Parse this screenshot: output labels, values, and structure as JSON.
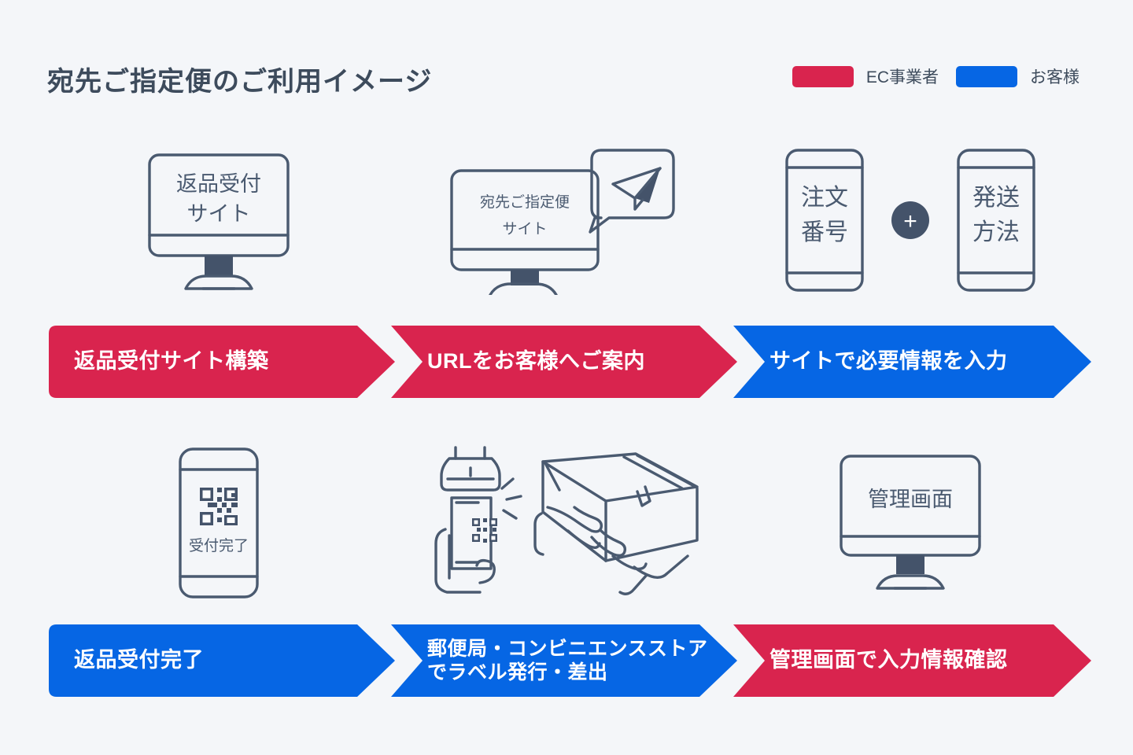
{
  "header": {
    "title": "宛先ご指定便のご利用イメージ",
    "legend": [
      {
        "label": "EC事業者",
        "color": "#d9244e",
        "swatch": "red-swatch"
      },
      {
        "label": "お客様",
        "color": "#0666e4",
        "swatch": "blue-swatch"
      }
    ]
  },
  "colors": {
    "background": "#f4f6f9",
    "ec_red": "#d9244e",
    "customer_blue": "#0666e4",
    "ink": "#4a5a70",
    "ink_solid": "#44536a",
    "title_text": "#3d4b5c"
  },
  "rows": [
    {
      "illustrations": [
        {
          "type": "monitor",
          "name": "return-site-monitor",
          "lines": [
            "返品受付",
            "サイト"
          ]
        },
        {
          "type": "monitor-with-bubble",
          "name": "designated-delivery-site-monitor",
          "lines": [
            "宛先ご指定便",
            "サイト"
          ],
          "bubble_icon": "paper-plane-icon"
        },
        {
          "type": "two-phones-plus",
          "name": "order-and-shipping-phones",
          "left_lines": [
            "注文",
            "番号"
          ],
          "right_lines": [
            "発送",
            "方法"
          ],
          "connector": "+"
        }
      ],
      "steps": [
        {
          "label": "返品受付サイト構築",
          "actor": "EC事業者",
          "color": "#d9244e",
          "shape": "start"
        },
        {
          "label": "URLをお客様へご案内",
          "actor": "EC事業者",
          "color": "#d9244e",
          "shape": "middle"
        },
        {
          "label": "サイトで必要情報を入力",
          "actor": "お客様",
          "color": "#0666e4",
          "shape": "end"
        }
      ]
    },
    {
      "illustrations": [
        {
          "type": "phone-qr",
          "name": "acceptance-complete-phone",
          "qr": "qr-code-icon",
          "caption": "受付完了"
        },
        {
          "type": "scan-and-handoff",
          "name": "label-issue-and-dropoff",
          "parts": [
            "qr-scanner-icon",
            "hands-with-parcel-icon"
          ]
        },
        {
          "type": "monitor",
          "name": "admin-screen-monitor",
          "lines": [
            "管理画面"
          ]
        }
      ],
      "steps": [
        {
          "label": "返品受付完了",
          "actor": "お客様",
          "color": "#0666e4",
          "shape": "start"
        },
        {
          "label_line1": "郵便局・コンビニエンスストア",
          "label_line2": "でラベル発行・差出",
          "actor": "お客様",
          "color": "#0666e4",
          "shape": "middle"
        },
        {
          "label": "管理画面で入力情報確認",
          "actor": "EC事業者",
          "color": "#d9244e",
          "shape": "end"
        }
      ]
    }
  ]
}
